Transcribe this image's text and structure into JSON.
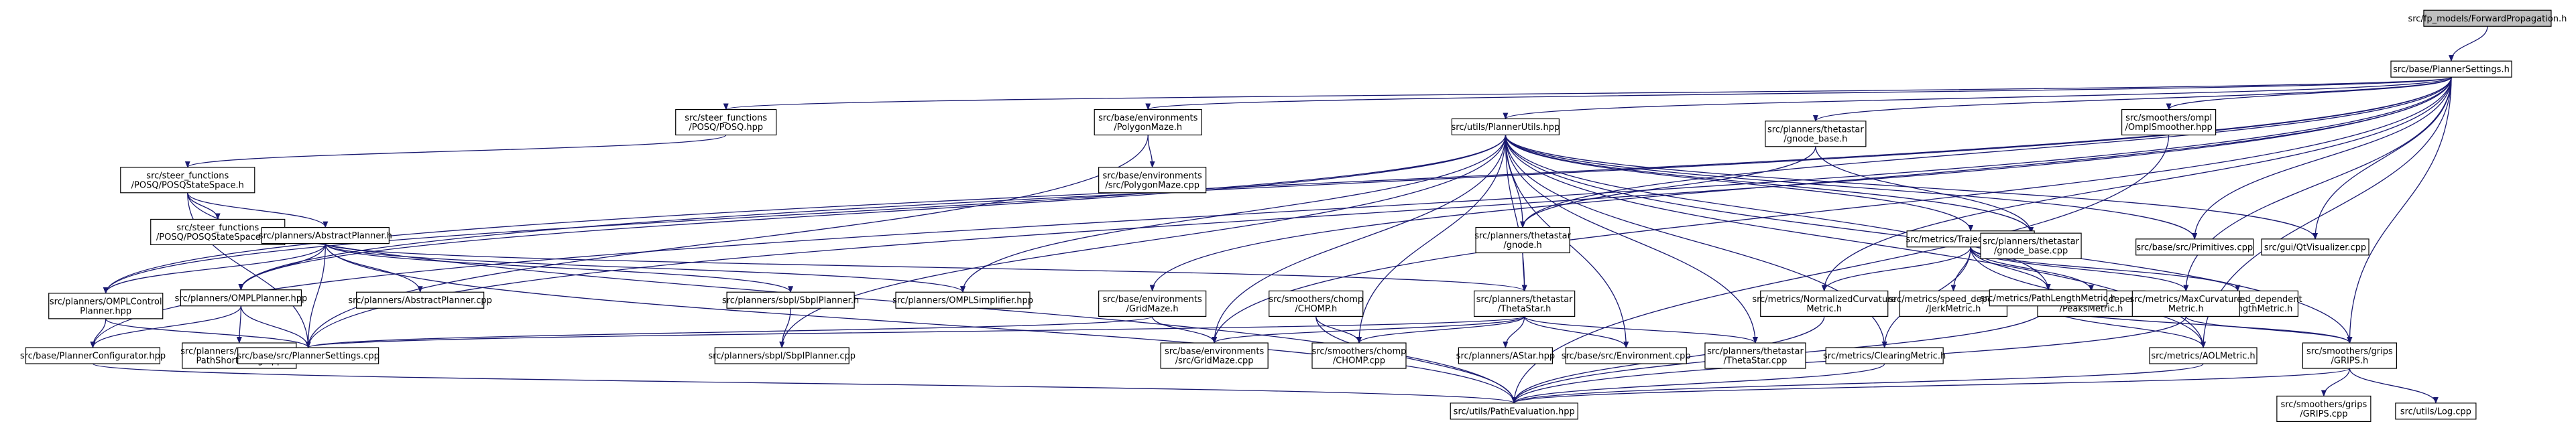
{
  "graph": {
    "nodes": [
      {
        "id": "fp",
        "lines": [
          "src/fp_models/ForwardPropagation.h"
        ],
        "root": true
      },
      {
        "id": "ps",
        "lines": [
          "src/base/PlannerSettings.h"
        ]
      },
      {
        "id": "posq",
        "lines": [
          "src/steer_functions",
          "/POSQ/POSQ.hpp"
        ]
      },
      {
        "id": "polymaze",
        "lines": [
          "src/base/environments",
          "/PolygonMaze.h"
        ]
      },
      {
        "id": "omplsmoother",
        "lines": [
          "src/smoothers/ompl",
          "/OmplSmoother.hpp"
        ]
      },
      {
        "id": "posqss",
        "lines": [
          "src/steer_functions",
          "/POSQ/POSQStateSpace.h"
        ]
      },
      {
        "id": "polymazecpp",
        "lines": [
          "src/base/environments",
          "/src/PolygonMaze.cpp"
        ]
      },
      {
        "id": "pu",
        "lines": [
          "src/utils/PlannerUtils.hpp"
        ]
      },
      {
        "id": "gnodebase",
        "lines": [
          "src/planners/thetastar",
          "/gnode_base.h"
        ]
      },
      {
        "id": "posqsscpp",
        "lines": [
          "src/steer_functions",
          "/POSQ/POSQStateSpace.cpp"
        ]
      },
      {
        "id": "abstractplanner",
        "lines": [
          "src/planners/AbstractPlanner.h"
        ]
      },
      {
        "id": "gnode",
        "lines": [
          "src/planners/thetastar",
          "/gnode.h"
        ]
      },
      {
        "id": "trajmetric",
        "lines": [
          "src/metrics/TrajectoryMetric.h"
        ]
      },
      {
        "id": "gnodebasecpp",
        "lines": [
          "src/planners/thetastar",
          "/gnode_base.cpp"
        ]
      },
      {
        "id": "primitives",
        "lines": [
          "src/base/src/Primitives.cpp"
        ]
      },
      {
        "id": "qtvis",
        "lines": [
          "src/gui/QtVisualizer.cpp"
        ]
      },
      {
        "id": "omplcontrol",
        "lines": [
          "src/planners/OMPLControl",
          "Planner.hpp"
        ]
      },
      {
        "id": "omplplanner",
        "lines": [
          "src/planners/OMPLPlanner.hpp"
        ]
      },
      {
        "id": "abstractplannercpp",
        "lines": [
          "src/planners/AbstractPlanner.cpp"
        ]
      },
      {
        "id": "sbpl",
        "lines": [
          "src/planners/sbpl/SbplPlanner.h"
        ]
      },
      {
        "id": "omplsimplifier",
        "lines": [
          "src/planners/OMPLSimplifier.hpp"
        ]
      },
      {
        "id": "gridmaze",
        "lines": [
          "src/base/environments",
          "/GridMaze.h"
        ]
      },
      {
        "id": "chomp",
        "lines": [
          "src/smoothers/chomp",
          "/CHOMP.h"
        ]
      },
      {
        "id": "thetastar",
        "lines": [
          "src/planners/thetastar",
          "/ThetaStar.h"
        ]
      },
      {
        "id": "normcurv",
        "lines": [
          "src/metrics/NormalizedCurvature",
          "Metric.h"
        ]
      },
      {
        "id": "jerk",
        "lines": [
          "src/metrics/speed_dependent",
          "/JerkMetric.h"
        ]
      },
      {
        "id": "peaks",
        "lines": [
          "src/metrics/speed_dependent",
          "/PeaksMetric.h"
        ]
      },
      {
        "id": "speedarc",
        "lines": [
          "src/metrics/speed_dependent",
          "/SpeedArcLengthMetric.h"
        ]
      },
      {
        "id": "pathlength",
        "lines": [
          "src/metrics/PathLengthMetric.h"
        ]
      },
      {
        "id": "maxcurv",
        "lines": [
          "src/metrics/MaxCurvature",
          "Metric.h"
        ]
      },
      {
        "id": "configurator",
        "lines": [
          "src/base/PlannerConfigurator.hpp"
        ]
      },
      {
        "id": "anytime",
        "lines": [
          "src/planners/OMPLAnytime",
          "PathShortening.hpp"
        ]
      },
      {
        "id": "pscpp",
        "lines": [
          "src/base/src/PlannerSettings.cpp"
        ]
      },
      {
        "id": "sbplcpp",
        "lines": [
          "src/planners/sbpl/SbplPlanner.cpp"
        ]
      },
      {
        "id": "gridmazecpp",
        "lines": [
          "src/base/environments",
          "/src/GridMaze.cpp"
        ]
      },
      {
        "id": "chompcpp",
        "lines": [
          "src/smoothers/chomp",
          "/CHOMP.cpp"
        ]
      },
      {
        "id": "astar",
        "lines": [
          "src/planners/AStar.hpp"
        ]
      },
      {
        "id": "envcpp",
        "lines": [
          "src/base/src/Environment.cpp"
        ]
      },
      {
        "id": "thetastarcpp",
        "lines": [
          "src/planners/thetastar",
          "/ThetaStar.cpp"
        ]
      },
      {
        "id": "clearing",
        "lines": [
          "src/metrics/ClearingMetric.h"
        ]
      },
      {
        "id": "aol",
        "lines": [
          "src/metrics/AOLMetric.h"
        ]
      },
      {
        "id": "grips",
        "lines": [
          "src/smoothers/grips",
          "/GRIPS.h"
        ]
      },
      {
        "id": "patheval",
        "lines": [
          "src/utils/PathEvaluation.hpp"
        ]
      },
      {
        "id": "gripscpp",
        "lines": [
          "src/smoothers/grips",
          "/GRIPS.cpp"
        ]
      },
      {
        "id": "log",
        "lines": [
          "src/utils/Log.cpp"
        ]
      }
    ],
    "edges": [
      [
        "fp",
        "ps"
      ],
      [
        "ps",
        "posq"
      ],
      [
        "ps",
        "polymaze"
      ],
      [
        "ps",
        "omplsmoother"
      ],
      [
        "ps",
        "pu"
      ],
      [
        "ps",
        "gnodebase"
      ],
      [
        "ps",
        "omplcontrol"
      ],
      [
        "ps",
        "configurator"
      ],
      [
        "ps",
        "omplplanner"
      ],
      [
        "ps",
        "pscpp"
      ],
      [
        "ps",
        "gridmaze"
      ],
      [
        "ps",
        "gridmazecpp"
      ],
      [
        "ps",
        "gnode"
      ],
      [
        "ps",
        "normcurv"
      ],
      [
        "ps",
        "primitives"
      ],
      [
        "ps",
        "qtvis"
      ],
      [
        "ps",
        "aol"
      ],
      [
        "ps",
        "maxcurv"
      ],
      [
        "ps",
        "grips"
      ],
      [
        "posq",
        "posqss"
      ],
      [
        "polymaze",
        "polymazecpp"
      ],
      [
        "polymaze",
        "pscpp"
      ],
      [
        "omplsmoother",
        "patheval"
      ],
      [
        "posqss",
        "posqsscpp"
      ],
      [
        "posqss",
        "abstractplanner"
      ],
      [
        "posqss",
        "pscpp"
      ],
      [
        "posqss",
        "patheval"
      ],
      [
        "pu",
        "gnode"
      ],
      [
        "pu",
        "thetastar"
      ],
      [
        "pu",
        "omplcontrol"
      ],
      [
        "pu",
        "omplplanner"
      ],
      [
        "pu",
        "omplsimplifier"
      ],
      [
        "pu",
        "trajmetric"
      ],
      [
        "pu",
        "gnodebasecpp"
      ],
      [
        "pu",
        "primitives"
      ],
      [
        "pu",
        "qtvis"
      ],
      [
        "pu",
        "pathlength"
      ],
      [
        "pu",
        "aol"
      ],
      [
        "pu",
        "grips"
      ],
      [
        "pu",
        "chompcpp"
      ],
      [
        "pu",
        "gridmazecpp"
      ],
      [
        "pu",
        "envcpp"
      ],
      [
        "pu",
        "thetastarcpp"
      ],
      [
        "pu",
        "sbplcpp"
      ],
      [
        "pu",
        "clearing"
      ],
      [
        "gnodebase",
        "gnode"
      ],
      [
        "gnodebase",
        "gnodebasecpp"
      ],
      [
        "abstractplanner",
        "omplcontrol"
      ],
      [
        "abstractplanner",
        "abstractplannercpp"
      ],
      [
        "abstractplanner",
        "sbpl"
      ],
      [
        "abstractplanner",
        "omplsimplifier"
      ],
      [
        "abstractplanner",
        "omplplanner"
      ],
      [
        "abstractplanner",
        "thetastar"
      ],
      [
        "abstractplanner",
        "pscpp"
      ],
      [
        "abstractplanner",
        "patheval"
      ],
      [
        "gnode",
        "thetastar"
      ],
      [
        "trajmetric",
        "normcurv"
      ],
      [
        "trajmetric",
        "jerk"
      ],
      [
        "trajmetric",
        "peaks"
      ],
      [
        "trajmetric",
        "speedarc"
      ],
      [
        "trajmetric",
        "pathlength"
      ],
      [
        "trajmetric",
        "maxcurv"
      ],
      [
        "trajmetric",
        "clearing"
      ],
      [
        "trajmetric",
        "aol"
      ],
      [
        "omplcontrol",
        "configurator"
      ],
      [
        "omplcontrol",
        "pscpp"
      ],
      [
        "omplplanner",
        "configurator"
      ],
      [
        "omplplanner",
        "anytime"
      ],
      [
        "omplplanner",
        "pscpp"
      ],
      [
        "sbpl",
        "sbplcpp"
      ],
      [
        "gridmaze",
        "pscpp"
      ],
      [
        "gridmaze",
        "gridmazecpp"
      ],
      [
        "chomp",
        "chompcpp"
      ],
      [
        "chomp",
        "patheval"
      ],
      [
        "thetastar",
        "gridmazecpp"
      ],
      [
        "thetastar",
        "chompcpp"
      ],
      [
        "thetastar",
        "astar"
      ],
      [
        "thetastar",
        "envcpp"
      ],
      [
        "thetastar",
        "thetastarcpp"
      ],
      [
        "thetastar",
        "pscpp"
      ],
      [
        "normcurv",
        "patheval"
      ],
      [
        "pathlength",
        "aol"
      ],
      [
        "pathlength",
        "grips"
      ],
      [
        "pathlength",
        "patheval"
      ],
      [
        "maxcurv",
        "grips"
      ],
      [
        "maxcurv",
        "patheval"
      ],
      [
        "configurator",
        "patheval"
      ],
      [
        "clearing",
        "patheval"
      ],
      [
        "aol",
        "patheval"
      ],
      [
        "grips",
        "patheval"
      ],
      [
        "grips",
        "gripscpp"
      ],
      [
        "grips",
        "log"
      ]
    ]
  }
}
